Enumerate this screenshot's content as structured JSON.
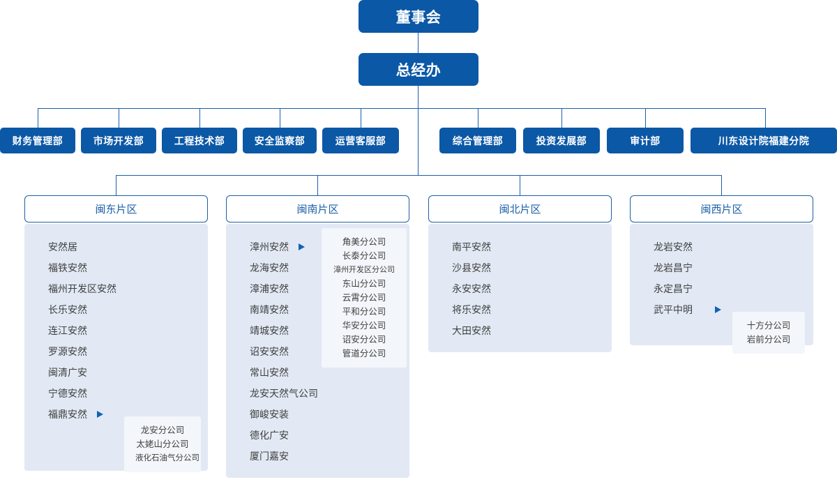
{
  "colors": {
    "box_blue": "#0B58A6",
    "line_blue": "#1C5FA8",
    "header_text_blue": "#1C5FA8",
    "panel_bg": "#E2E9F4",
    "subpanel_bg": "#F3F6FA",
    "item_text": "#3F3F3F",
    "arrow_blue": "#1262B3"
  },
  "top": {
    "board": "董事会",
    "gm_office": "总经办"
  },
  "departments_left": [
    {
      "label": "财务管理部"
    },
    {
      "label": "市场开发部"
    },
    {
      "label": "工程技术部"
    },
    {
      "label": "安全监察部"
    },
    {
      "label": "运营客服部"
    }
  ],
  "departments_right": [
    {
      "label": "综合管理部"
    },
    {
      "label": "投资发展部"
    },
    {
      "label": "审计部"
    },
    {
      "label": "川东设计院福建分院"
    }
  ],
  "regions": [
    {
      "title": "闽东片区",
      "items": [
        {
          "label": "安然居",
          "has_arrow": false
        },
        {
          "label": "福铁安然",
          "has_arrow": false
        },
        {
          "label": "福州开发区安然",
          "has_arrow": false
        },
        {
          "label": "长乐安然",
          "has_arrow": false
        },
        {
          "label": "连江安然",
          "has_arrow": false
        },
        {
          "label": "罗源安然",
          "has_arrow": false
        },
        {
          "label": "闽清广安",
          "has_arrow": false
        },
        {
          "label": "宁德安然",
          "has_arrow": false
        },
        {
          "label": "福鼎安然",
          "has_arrow": true
        }
      ],
      "sub_panel": {
        "arrow_icon": "triangle-right-icon",
        "items": [
          "龙安分公司",
          "太姥山分公司",
          "液化石油气分公司"
        ]
      }
    },
    {
      "title": "闽南片区",
      "items": [
        {
          "label": "漳州安然",
          "has_arrow": true
        },
        {
          "label": "龙海安然",
          "has_arrow": false
        },
        {
          "label": "漳浦安然",
          "has_arrow": false
        },
        {
          "label": "南靖安然",
          "has_arrow": false
        },
        {
          "label": "靖城安然",
          "has_arrow": false
        },
        {
          "label": "诏安安然",
          "has_arrow": false
        },
        {
          "label": "常山安然",
          "has_arrow": false
        },
        {
          "label": "龙安天然气公司",
          "has_arrow": false
        },
        {
          "label": "御峻安装",
          "has_arrow": false
        },
        {
          "label": "德化广安",
          "has_arrow": false
        },
        {
          "label": "厦门嘉安",
          "has_arrow": false
        }
      ],
      "sub_panel": {
        "arrow_icon": "triangle-right-icon",
        "items": [
          "角美分公司",
          "长泰分公司",
          "漳州开发区分公司",
          "东山分公司",
          "云霄分公司",
          "平和分公司",
          "华安分公司",
          "诏安分公司",
          "管道分公司"
        ]
      }
    },
    {
      "title": "闽北片区",
      "items": [
        {
          "label": "南平安然",
          "has_arrow": false
        },
        {
          "label": "沙县安然",
          "has_arrow": false
        },
        {
          "label": "永安安然",
          "has_arrow": false
        },
        {
          "label": "将乐安然",
          "has_arrow": false
        },
        {
          "label": "大田安然",
          "has_arrow": false
        }
      ],
      "sub_panel": null
    },
    {
      "title": "闽西片区",
      "items": [
        {
          "label": "龙岩安然",
          "has_arrow": false
        },
        {
          "label": "龙岩昌宁",
          "has_arrow": false
        },
        {
          "label": "永定昌宁",
          "has_arrow": false
        },
        {
          "label": "武平中明",
          "has_arrow": true
        }
      ],
      "sub_panel": {
        "arrow_icon": "triangle-right-icon",
        "items": [
          "十方分公司",
          "岩前分公司"
        ]
      }
    }
  ]
}
